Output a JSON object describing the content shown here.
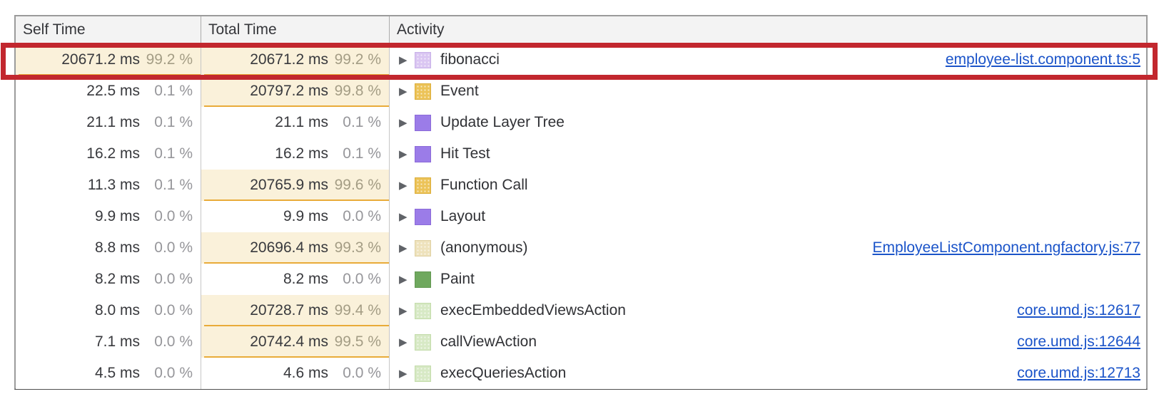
{
  "table": {
    "columns": [
      "Self Time",
      "Total Time",
      "Activity"
    ],
    "rows": [
      {
        "self_time": "20671.2 ms",
        "self_pct": "99.2 %",
        "self_highlight": true,
        "total_time": "20671.2 ms",
        "total_pct": "99.2 %",
        "total_highlight": true,
        "activity": "fibonacci",
        "category": "lavender",
        "link": "employee-list.component.ts:5",
        "row_highlighted": true
      },
      {
        "self_time": "22.5 ms",
        "self_pct": "0.1 %",
        "self_highlight": false,
        "total_time": "20797.2 ms",
        "total_pct": "99.8 %",
        "total_highlight": true,
        "activity": "Event",
        "category": "gold",
        "link": "",
        "row_highlighted": false
      },
      {
        "self_time": "21.1 ms",
        "self_pct": "0.1 %",
        "self_highlight": false,
        "total_time": "21.1 ms",
        "total_pct": "0.1 %",
        "total_highlight": false,
        "activity": "Update Layer Tree",
        "category": "purple",
        "link": "",
        "row_highlighted": false
      },
      {
        "self_time": "16.2 ms",
        "self_pct": "0.1 %",
        "self_highlight": false,
        "total_time": "16.2 ms",
        "total_pct": "0.1 %",
        "total_highlight": false,
        "activity": "Hit Test",
        "category": "purple",
        "link": "",
        "row_highlighted": false
      },
      {
        "self_time": "11.3 ms",
        "self_pct": "0.1 %",
        "self_highlight": false,
        "total_time": "20765.9 ms",
        "total_pct": "99.6 %",
        "total_highlight": true,
        "activity": "Function Call",
        "category": "gold",
        "link": "",
        "row_highlighted": false
      },
      {
        "self_time": "9.9 ms",
        "self_pct": "0.0 %",
        "self_highlight": false,
        "total_time": "9.9 ms",
        "total_pct": "0.0 %",
        "total_highlight": false,
        "activity": "Layout",
        "category": "purple",
        "link": "",
        "row_highlighted": false
      },
      {
        "self_time": "8.8 ms",
        "self_pct": "0.0 %",
        "self_highlight": false,
        "total_time": "20696.4 ms",
        "total_pct": "99.3 %",
        "total_highlight": true,
        "activity": "(anonymous)",
        "category": "tan",
        "link": "EmployeeListComponent.ngfactory.js:77",
        "row_highlighted": false
      },
      {
        "self_time": "8.2 ms",
        "self_pct": "0.0 %",
        "self_highlight": false,
        "total_time": "8.2 ms",
        "total_pct": "0.0 %",
        "total_highlight": false,
        "activity": "Paint",
        "category": "green",
        "link": "",
        "row_highlighted": false
      },
      {
        "self_time": "8.0 ms",
        "self_pct": "0.0 %",
        "self_highlight": false,
        "total_time": "20728.7 ms",
        "total_pct": "99.4 %",
        "total_highlight": true,
        "activity": "execEmbeddedViewsAction",
        "category": "palegreen",
        "link": "core.umd.js:12617",
        "row_highlighted": false
      },
      {
        "self_time": "7.1 ms",
        "self_pct": "0.0 %",
        "self_highlight": false,
        "total_time": "20742.4 ms",
        "total_pct": "99.5 %",
        "total_highlight": true,
        "activity": "callViewAction",
        "category": "palegreen",
        "link": "core.umd.js:12644",
        "row_highlighted": false
      },
      {
        "self_time": "4.5 ms",
        "self_pct": "0.0 %",
        "self_highlight": false,
        "total_time": "4.6 ms",
        "total_pct": "0.0 %",
        "total_highlight": false,
        "activity": "execQueriesAction",
        "category": "palegreen",
        "link": "core.umd.js:12713",
        "row_highlighted": false
      }
    ]
  },
  "icons": {
    "expand_arrow": "▶"
  },
  "categories": {
    "lavender": {
      "fill": "#dac6f2",
      "border": "#c8b1e8",
      "dots": true
    },
    "gold": {
      "fill": "#ecc358",
      "border": "#dcae3a",
      "dots": true
    },
    "purple": {
      "fill": "#9b7ce8",
      "border": "#8b6ad9",
      "dots": false
    },
    "tan": {
      "fill": "#eee2bc",
      "border": "#e0d1a3",
      "dots": true
    },
    "green": {
      "fill": "#6fa85e",
      "border": "#629851",
      "dots": false
    },
    "palegreen": {
      "fill": "#d7e9c5",
      "border": "#c3dcaa",
      "dots": true
    }
  },
  "colors": {
    "highlight_ring": "#c2272e",
    "highlight_cell_bg": "#faf1da",
    "highlight_cell_underline": "#e9ab39",
    "link": "#1b54c9"
  }
}
